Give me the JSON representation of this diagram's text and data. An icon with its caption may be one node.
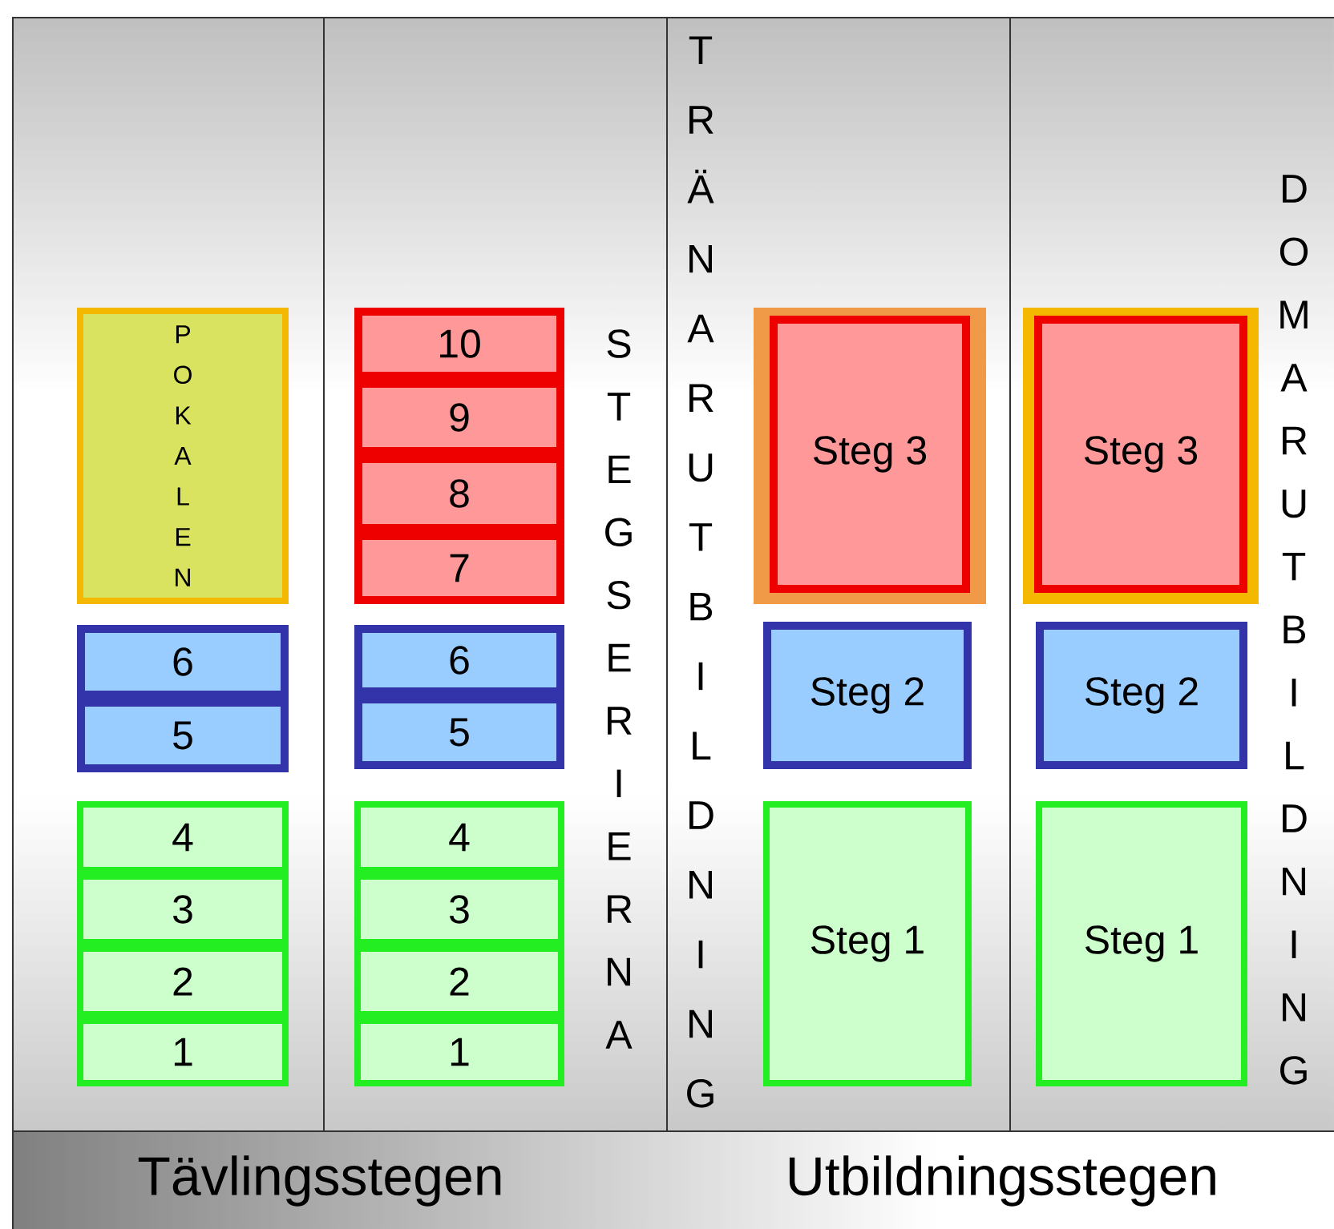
{
  "diagram": {
    "nodes": [
      {
        "text": [
          "POKALEN"
        ]
      },
      {
        "text": [
          "6"
        ]
      },
      {
        "text": [
          "5"
        ]
      },
      {
        "text": [
          "4"
        ]
      },
      {
        "text": [
          "3"
        ]
      },
      {
        "text": [
          "2"
        ]
      },
      {
        "text": [
          "1"
        ]
      },
      {
        "text": [
          "10"
        ]
      },
      {
        "text": [
          "9"
        ]
      },
      {
        "text": [
          "8"
        ]
      },
      {
        "text": [
          "7"
        ]
      },
      {
        "text": [
          "6"
        ]
      },
      {
        "text": [
          "5"
        ]
      },
      {
        "text": [
          "4"
        ]
      },
      {
        "text": [
          "3"
        ]
      },
      {
        "text": [
          "2"
        ]
      },
      {
        "text": [
          "1"
        ]
      },
      {
        "text": [
          "Steg 3"
        ]
      },
      {
        "text": [
          "Steg 2"
        ]
      },
      {
        "text": [
          "Steg 1"
        ]
      },
      {
        "text": [
          "Steg 3"
        ]
      },
      {
        "text": [
          "Steg 2"
        ]
      },
      {
        "text": [
          "Steg 1"
        ]
      }
    ],
    "labels": [
      "STEGSERIERNA",
      "TRÄNARUTBILDNING",
      "DOMARUTBILDNING",
      "Tävlingsstegen",
      "Utbildningsstegen"
    ]
  }
}
